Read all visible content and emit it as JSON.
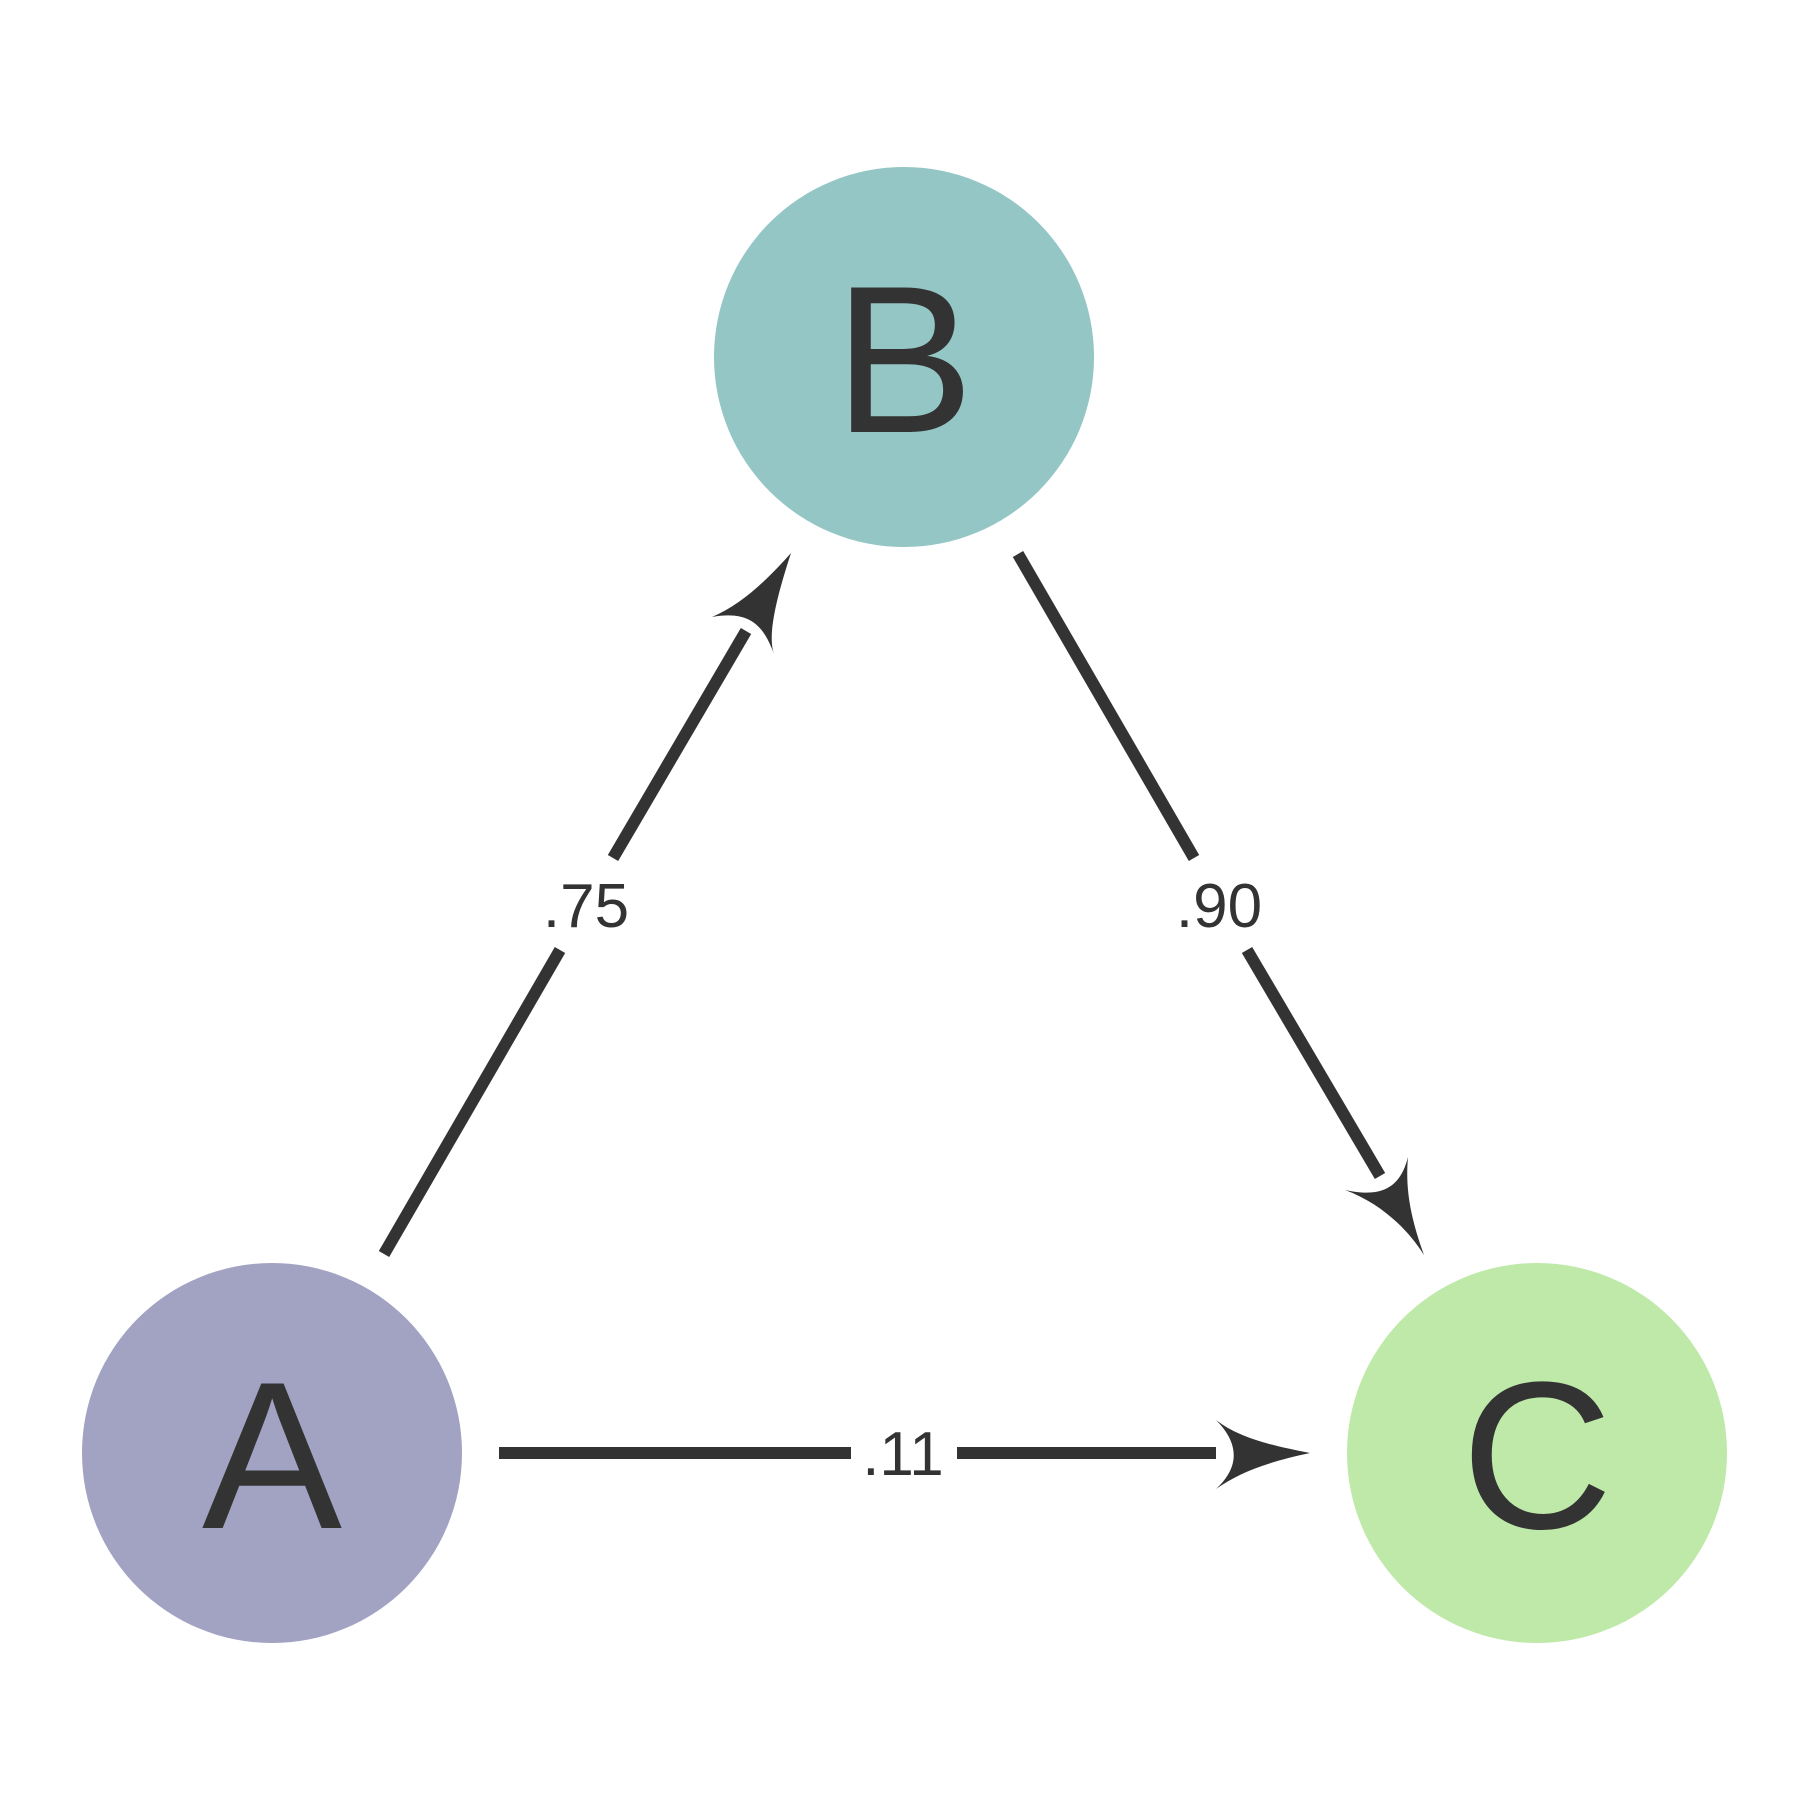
{
  "diagram": {
    "nodes": [
      {
        "id": "A",
        "label": "A",
        "color": "#a2a2c3"
      },
      {
        "id": "B",
        "label": "B",
        "color": "#93c6c4"
      },
      {
        "id": "C",
        "label": "C",
        "color": "#bfe9a8"
      }
    ],
    "edges": [
      {
        "from": "A",
        "to": "B",
        "label": ".75"
      },
      {
        "from": "B",
        "to": "C",
        "label": ".90"
      },
      {
        "from": "A",
        "to": "C",
        "label": ".11"
      }
    ],
    "edge_color": "#333333"
  }
}
